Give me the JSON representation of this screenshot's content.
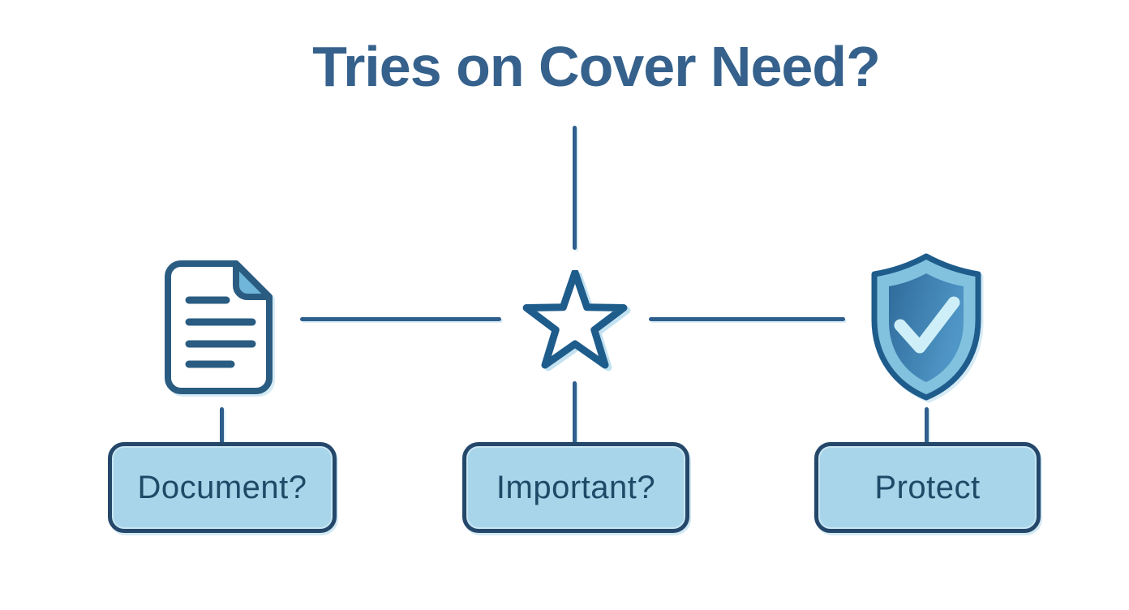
{
  "title": "Tries on Cover Need?",
  "colors": {
    "background": "#FFFFFF",
    "title_text": "#35618C",
    "connector_line": "#2D5E8C",
    "icon_stroke": "#1E5C8B",
    "document_fold": "#6FB6DA",
    "shield_outer_fill": "#82C2DF",
    "shield_inner_fill": "#3A7BAB",
    "checkmark": "#CFEFF8",
    "node_fill": "#A8D5E9",
    "node_border": "#24476A",
    "node_text": "#1E4A68"
  },
  "nodes": [
    {
      "label": "Document?",
      "icon": "document-icon"
    },
    {
      "label": "Important?",
      "icon": "star-icon"
    },
    {
      "label": "Protect",
      "icon": "shield-check-icon"
    }
  ]
}
